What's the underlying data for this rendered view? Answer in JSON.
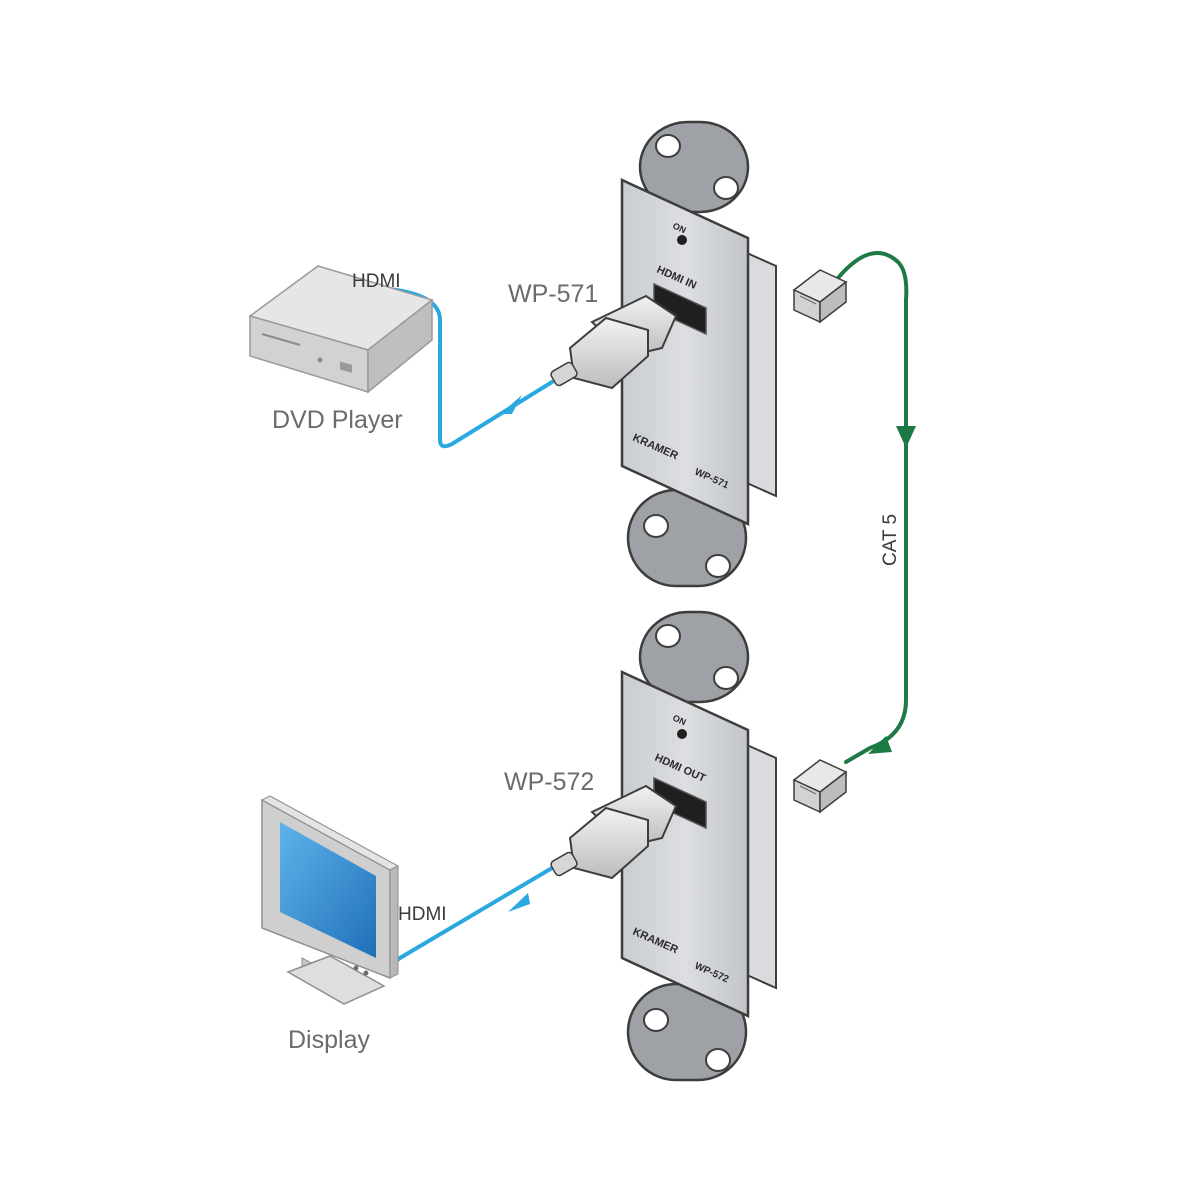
{
  "devices": {
    "source": {
      "label": "DVD Player"
    },
    "sink": {
      "label": "Display"
    },
    "transmitter": {
      "model_label": "WP-571",
      "led_label": "ON",
      "port_label": "HDMI IN",
      "brand": "KRAMER",
      "plate_model": "WP-571"
    },
    "receiver": {
      "model_label": "WP-572",
      "led_label": "ON",
      "port_label": "HDMI OUT",
      "brand": "KRAMER",
      "plate_model": "WP-572"
    }
  },
  "cables": {
    "input_hdmi": {
      "label": "HDMI",
      "color": "#29a9df"
    },
    "output_hdmi": {
      "label": "HDMI",
      "color": "#29a9df"
    },
    "cat5": {
      "label": "CAT 5",
      "color": "#1e7a45"
    }
  },
  "icons": [
    "dvd-player-icon",
    "monitor-icon",
    "hdmi-plug-icon",
    "rj45-plug-icon",
    "arrow-icon"
  ]
}
